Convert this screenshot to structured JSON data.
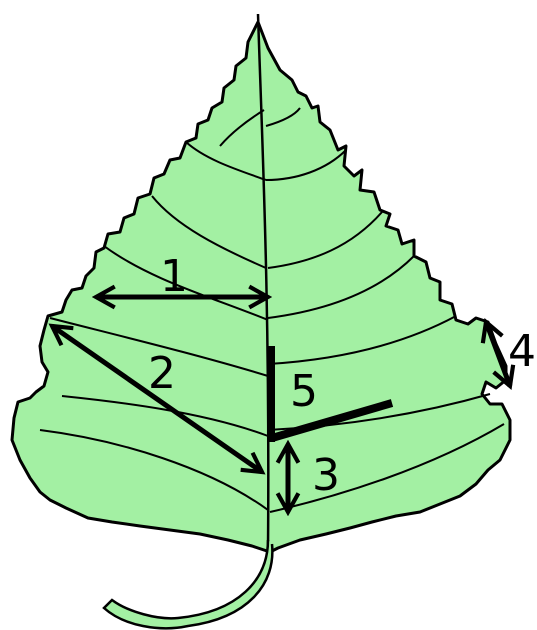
{
  "figure": {
    "colors": {
      "leaf_fill": "#a3f0a3",
      "outline": "#000000",
      "background": "#ffffff"
    },
    "labels": [
      {
        "id": "1",
        "text": "1"
      },
      {
        "id": "2",
        "text": "2"
      },
      {
        "id": "3",
        "text": "3"
      },
      {
        "id": "4",
        "text": "4"
      },
      {
        "id": "5",
        "text": "5"
      }
    ]
  }
}
